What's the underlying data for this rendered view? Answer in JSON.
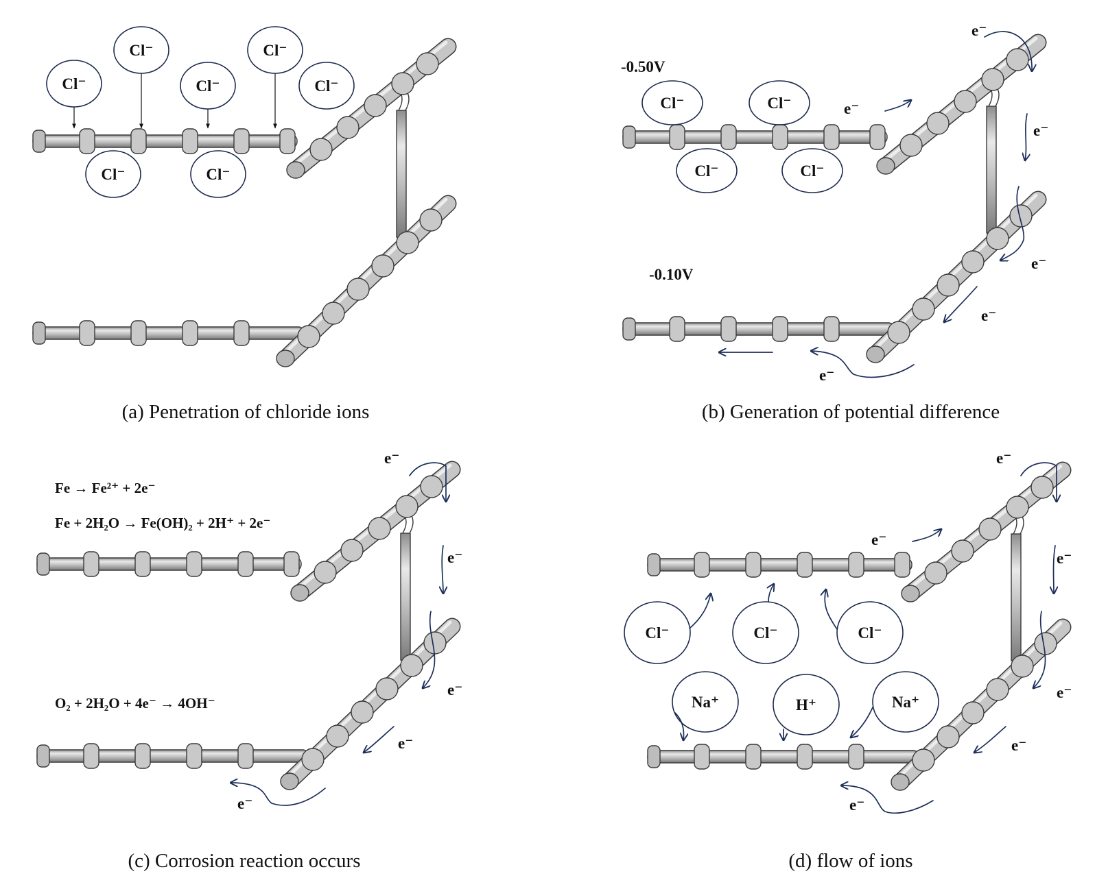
{
  "panels": {
    "a": {
      "caption": "(a) Penetration of chloride ions",
      "ions": [
        "Cl⁻",
        "Cl⁻",
        "Cl⁻",
        "Cl⁻",
        "Cl⁻",
        "Cl⁻",
        "Cl⁻"
      ]
    },
    "b": {
      "caption": "(b) Generation of potential difference",
      "potential_top": "-0.50V",
      "potential_bottom": "-0.10V",
      "ions": [
        "Cl⁻",
        "Cl⁻",
        "Cl⁻",
        "Cl⁻"
      ],
      "electron": "e⁻"
    },
    "c": {
      "caption": "(c) Corrosion reaction occurs",
      "equation_1": "Fe → Fe²⁺ + 2e⁻",
      "equation_2": "Fe + 2H₂O → Fe(OH)₂ + 2H⁺ + 2e⁻",
      "equation_3": "O₂ + 2H₂O + 4e⁻ → 4OH⁻",
      "electron": "e⁻"
    },
    "d": {
      "caption": "(d) flow of ions",
      "anions": [
        "Cl⁻",
        "Cl⁻",
        "Cl⁻"
      ],
      "cations": [
        "Na⁺",
        "H⁺",
        "Na⁺"
      ],
      "electron": "e⁻"
    }
  },
  "colors": {
    "rebar_fill": "#c4c4c4",
    "rebar_outline": "#3a3a3a",
    "ion_circle": "#1c2a4e",
    "flow_arrow": "#1c2f5a"
  }
}
